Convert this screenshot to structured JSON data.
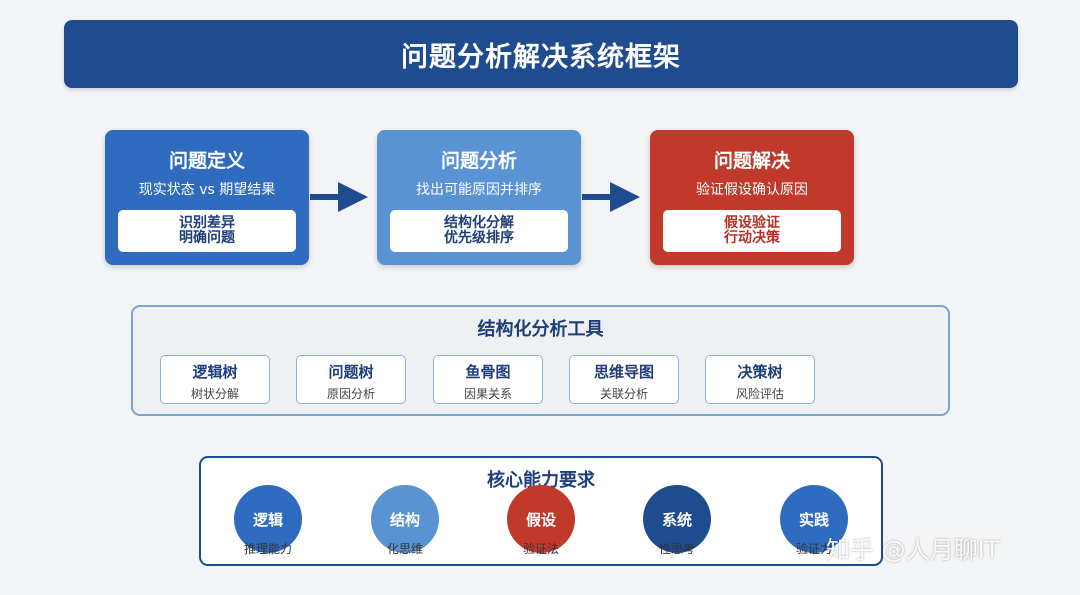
{
  "title": "问题分析解决系统框架",
  "stages": [
    {
      "title": "问题定义",
      "subtitle": "现实状态 vs 期望结果",
      "box_lines": [
        "识别差异",
        "明确问题"
      ],
      "color": "#2f6cc0"
    },
    {
      "title": "问题分析",
      "subtitle": "找出可能原因并排序",
      "box_lines": [
        "结构化分解",
        "优先级排序"
      ],
      "color": "#5a93d3"
    },
    {
      "title": "问题解决",
      "subtitle": "验证假设确认原因",
      "box_lines": [
        "假设验证",
        "行动决策"
      ],
      "color": "#c0392b"
    }
  ],
  "arrow_color": "#1f4b8f",
  "tools": {
    "title": "结构化分析工具",
    "items": [
      {
        "name": "逻辑树",
        "desc": "树状分解"
      },
      {
        "name": "问题树",
        "desc": "原因分析"
      },
      {
        "name": "鱼骨图",
        "desc": "因果关系"
      },
      {
        "name": "思维导图",
        "desc": "关联分析"
      },
      {
        "name": "决策树",
        "desc": "风险评估"
      }
    ]
  },
  "core": {
    "title": "核心能力要求",
    "items": [
      {
        "name": "逻辑",
        "desc": "推理能力",
        "color": "#2f6cc0"
      },
      {
        "name": "结构",
        "desc": "化思维",
        "color": "#5a93d3"
      },
      {
        "name": "假设",
        "desc": "验证法",
        "color": "#c0392b"
      },
      {
        "name": "系统",
        "desc": "性思考",
        "color": "#1f4b8f"
      },
      {
        "name": "实践",
        "desc": "验证力",
        "color": "#2f6cc0"
      }
    ]
  },
  "watermark": "知乎 @人月聊IT"
}
